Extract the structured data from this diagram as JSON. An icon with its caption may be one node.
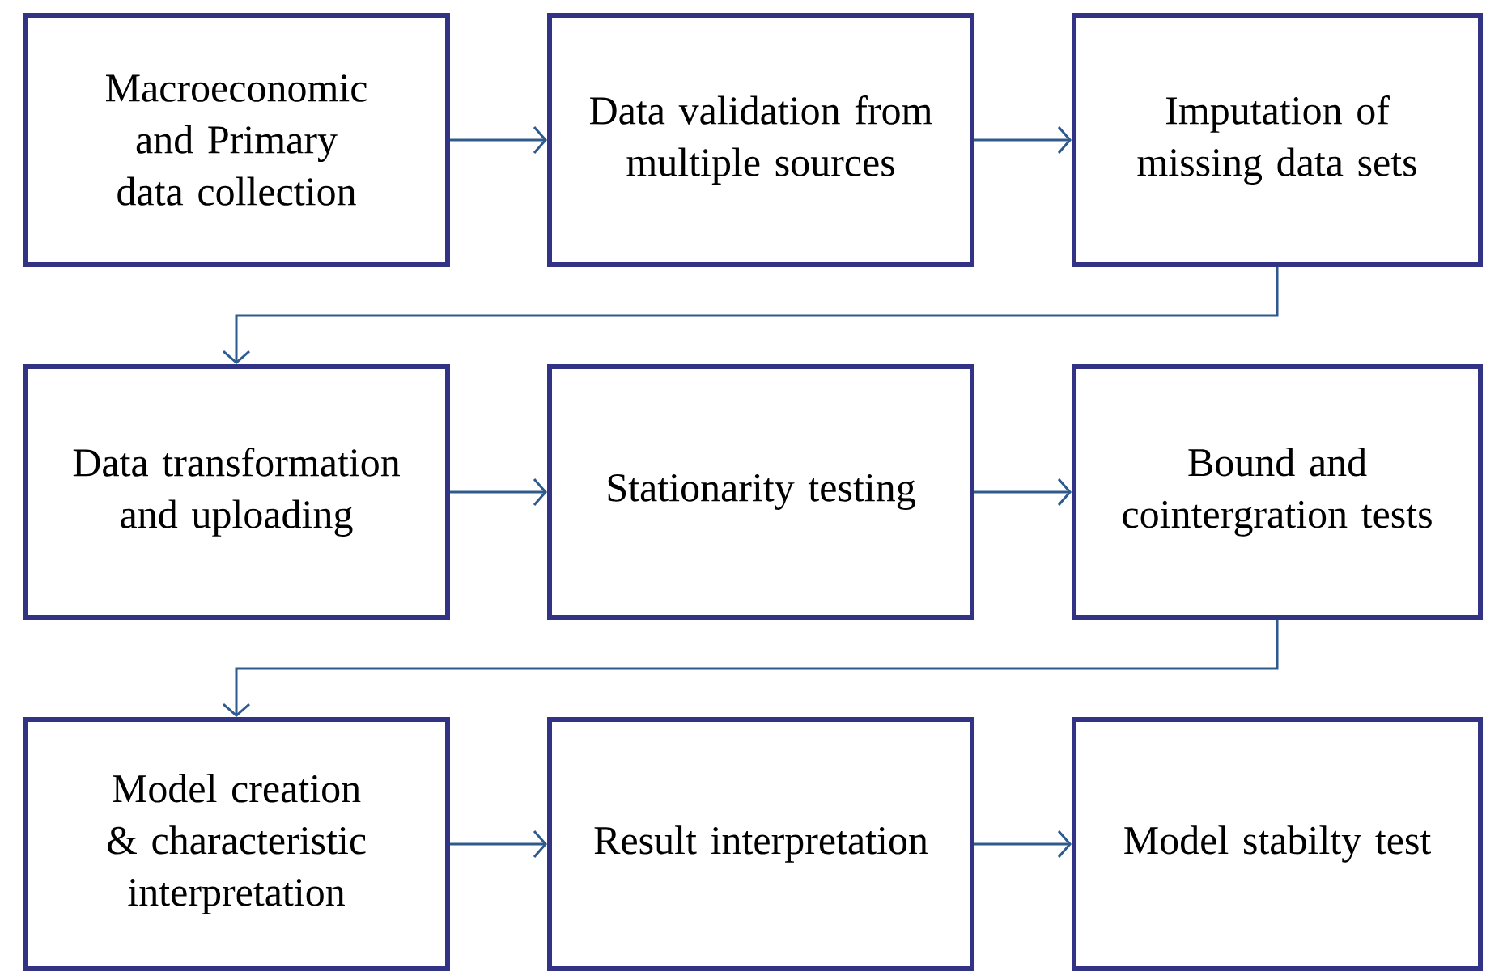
{
  "diagram": {
    "nodes": [
      {
        "text": [
          "Macroeconomic and Primary data collection"
        ]
      },
      {
        "text": [
          "Data validation from multiple sources"
        ]
      },
      {
        "text": [
          "Imputation of missing data sets"
        ]
      },
      {
        "text": [
          "Data transformation and uploading"
        ]
      },
      {
        "text": [
          "Stationarity testing"
        ]
      },
      {
        "text": [
          "Bound and cointergration tests"
        ]
      },
      {
        "text": [
          "Model creation & characteristic interpretation"
        ]
      },
      {
        "text": [
          "Result interpretation"
        ]
      },
      {
        "text": [
          "Model stabilty test"
        ]
      }
    ],
    "edges": [
      {
        "from": 0,
        "to": 1,
        "arrow": "to"
      },
      {
        "from": 1,
        "to": 2,
        "arrow": "to"
      },
      {
        "from": 2,
        "to": 3,
        "arrow": "to"
      },
      {
        "from": 3,
        "to": 4,
        "arrow": "to"
      },
      {
        "from": 4,
        "to": 5,
        "arrow": "to"
      },
      {
        "from": 5,
        "to": 6,
        "arrow": "to"
      },
      {
        "from": 6,
        "to": 7,
        "arrow": "to"
      },
      {
        "from": 7,
        "to": 8,
        "arrow": "to"
      }
    ]
  }
}
